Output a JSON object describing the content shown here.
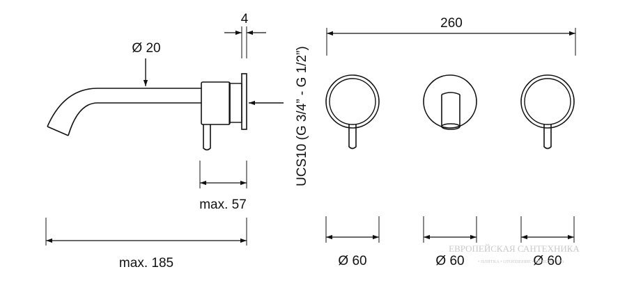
{
  "dimensions": {
    "spout_diameter": "Ø 20",
    "plate_thickness": "4",
    "spout_reach_max": "max. 185",
    "body_depth_max": "max. 57",
    "overall_width": "260",
    "connection": "UCS10 (G 3/4” - G 1/2”)",
    "plate_diameter_left": "Ø 60",
    "plate_diameter_center": "Ø 60",
    "plate_diameter_right": "Ø 60"
  },
  "watermark": {
    "title": "ЕВРОПЕЙСКАЯ САНТЕХНИКА",
    "subtitle": "• ПЛИТКА • ОТОПЛЕНИЕ • МЕБЕЛЬ • SPA"
  },
  "colors": {
    "line": "#111111",
    "background": "#ffffff",
    "watermark": "#c9c9c9"
  }
}
